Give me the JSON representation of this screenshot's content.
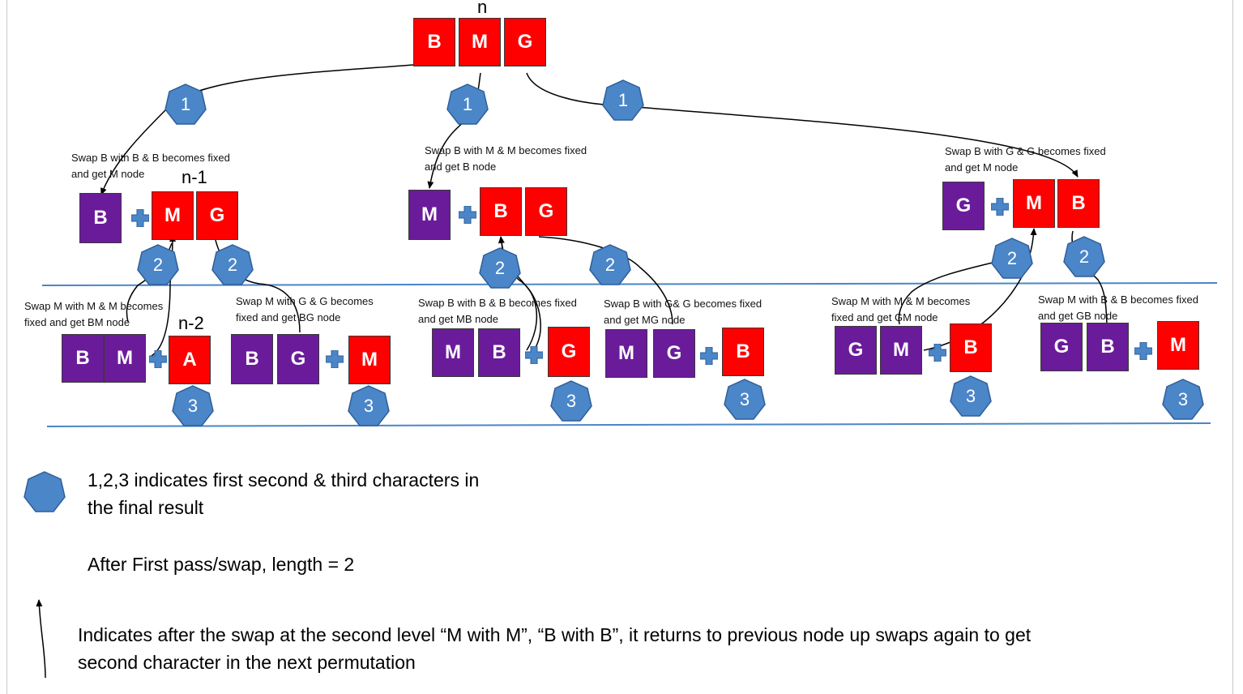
{
  "levels": {
    "n": "n",
    "n1": "n-1",
    "n2": "n-2"
  },
  "root": [
    "B",
    "M",
    "G"
  ],
  "badges": {
    "one": "1",
    "two": "2",
    "three": "3"
  },
  "notes": {
    "l1a": "Swap B with B & B becomes fixed\nand get M node",
    "l1b": "Swap B with M & M becomes fixed\nand get B node",
    "l1c": "Swap B with G & G becomes fixed\nand get M node",
    "l2a": "Swap M with M & M becomes\nfixed and get BM node",
    "l2b": "Swap M with G & G becomes\nfixed and get BG node",
    "l2c": "Swap B with B & B becomes fixed\nand get MB node",
    "l2d": "Swap B with G& G becomes fixed\nand get MG node",
    "l2e": "Swap M with M & M becomes\nfixed and get GM node",
    "l2f": "Swap M with B & B becomes fixed\nand get GB node"
  },
  "level1": [
    {
      "fixed": "B",
      "rest": [
        "M",
        "G"
      ]
    },
    {
      "fixed": "M",
      "rest": [
        "B",
        "G"
      ]
    },
    {
      "fixed": "G",
      "rest": [
        "M",
        "B"
      ]
    }
  ],
  "level2": [
    {
      "fixed": [
        "B",
        "M"
      ],
      "rest": "A"
    },
    {
      "fixed": [
        "B",
        "G"
      ],
      "rest": "M"
    },
    {
      "fixed": [
        "M",
        "B"
      ],
      "rest": "G"
    },
    {
      "fixed": [
        "M",
        "G"
      ],
      "rest": "B"
    },
    {
      "fixed": [
        "G",
        "M"
      ],
      "rest": "B"
    },
    {
      "fixed": [
        "G",
        "B"
      ],
      "rest": "M"
    }
  ],
  "legend": {
    "badge_text": "1,2,3 indicates first second & third characters in\nthe final result",
    "pass_text": "After First pass/swap, length = 2",
    "arrow_text": "Indicates after the swap at the second level “M with M”, “B with B”, it returns to previous node up swaps again to get\nsecond character in the next permutation"
  },
  "colors": {
    "fixed": "#6a1b9a",
    "free": "#ff0000",
    "badge": "#4a86c8",
    "divider": "#4a86c8"
  }
}
